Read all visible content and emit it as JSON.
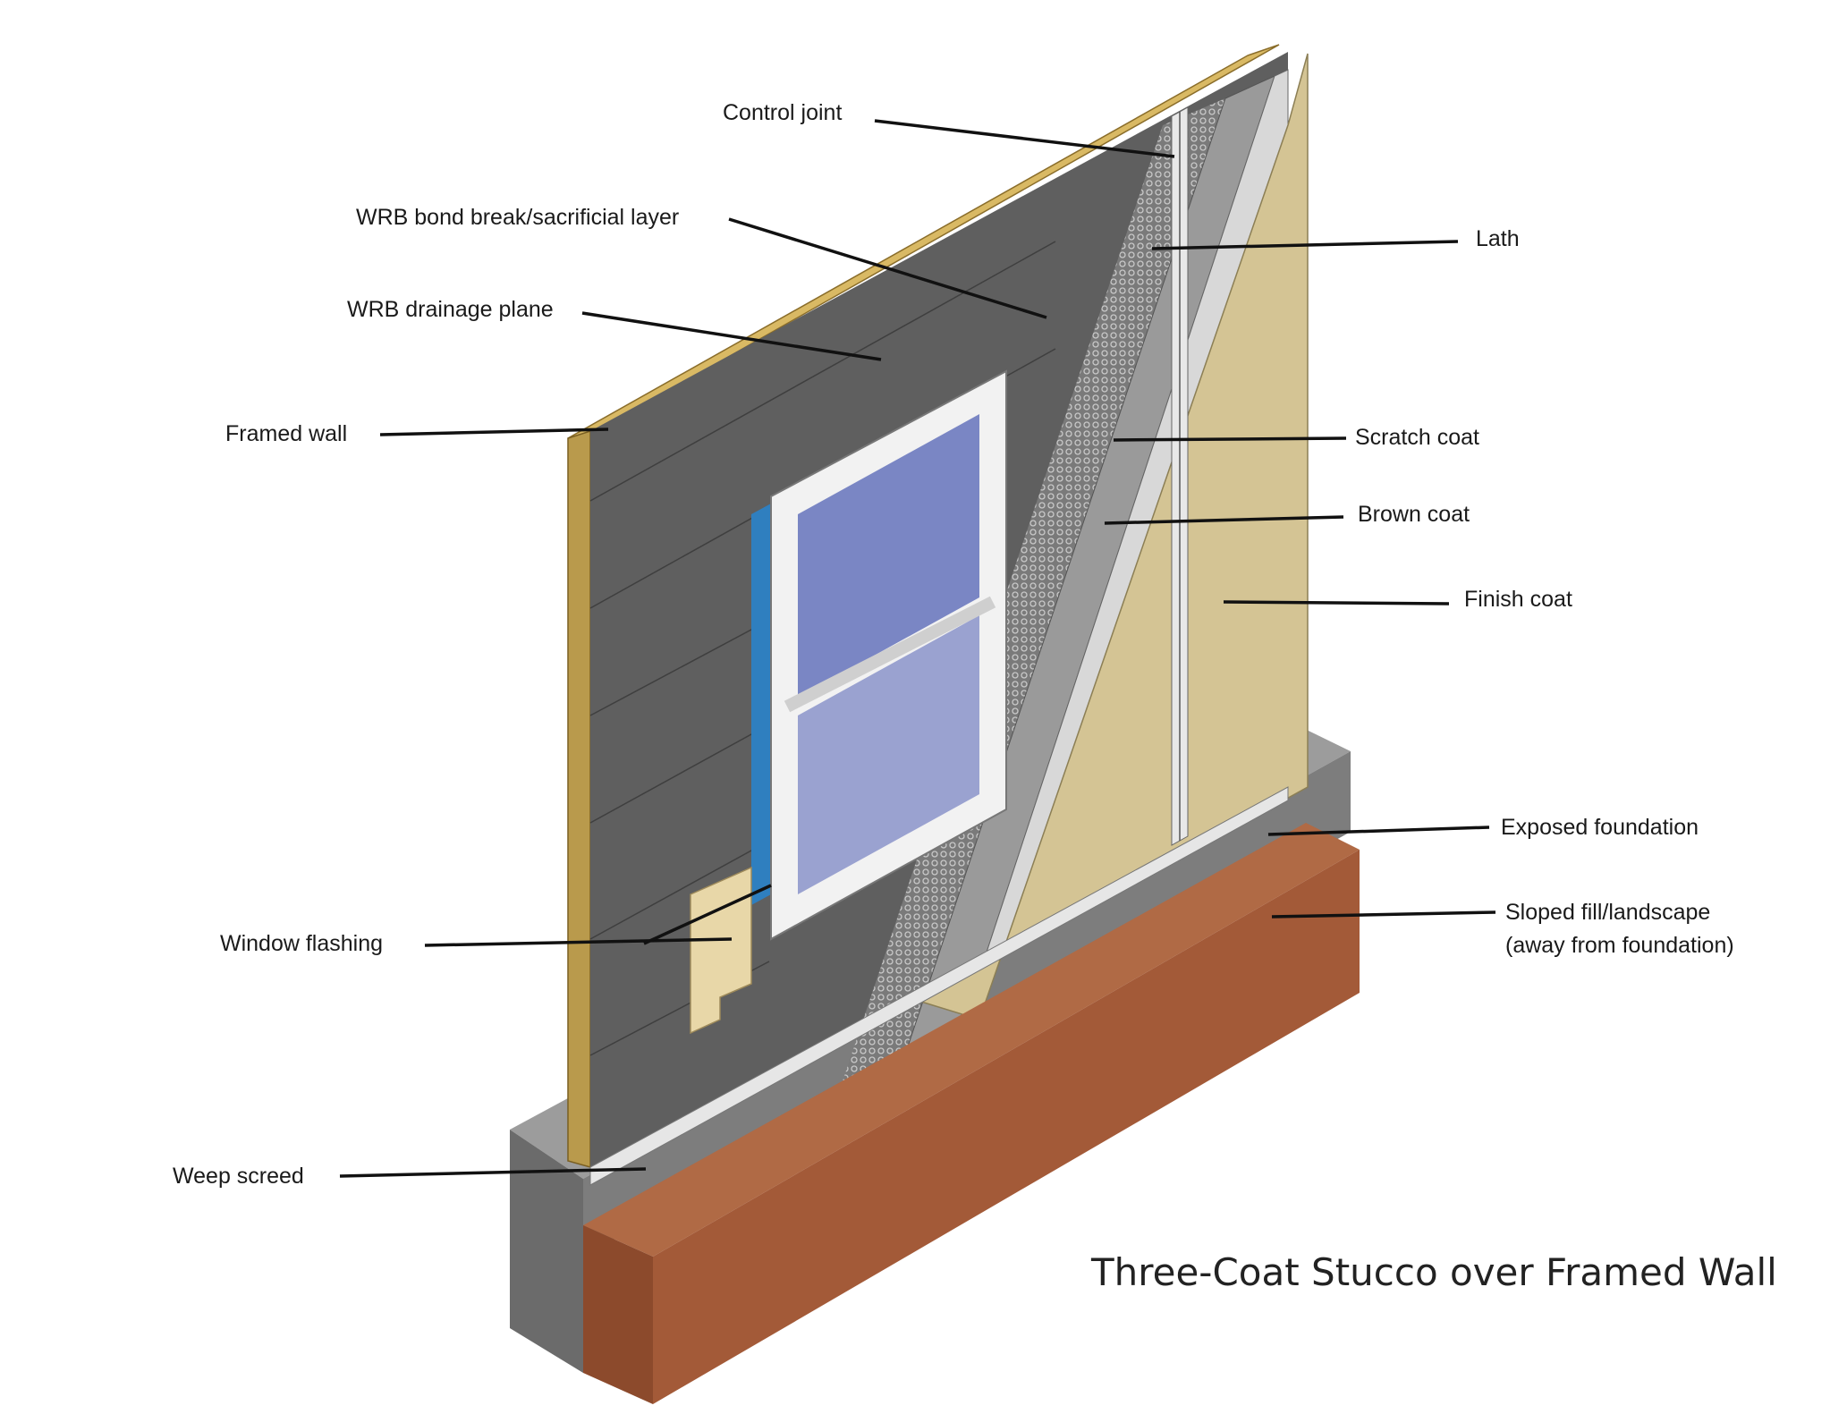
{
  "title": "Three-Coat Stucco over Framed Wall",
  "labels": {
    "control_joint": "Control joint",
    "wrb_bond_break": "WRB bond break/sacrificial layer",
    "wrb_drainage": "WRB drainage plane",
    "framed_wall": "Framed wall",
    "window_flashing": "Window flashing",
    "weep_screed": "Weep screed",
    "lath": "Lath",
    "scratch_coat": "Scratch coat",
    "brown_coat": "Brown coat",
    "finish_coat": "Finish coat",
    "exposed_foundation": "Exposed foundation",
    "sloped_fill_line1": "Sloped fill/landscape",
    "sloped_fill_line2": "(away from foundation)"
  },
  "colors": {
    "framing": "#c9a652",
    "wrb": "#5e5e5e",
    "finish_coat": "#d4c494",
    "window_glass": "#8793c9",
    "flashing_blue": "#2f7fbf",
    "foundation": "#6f6f6f",
    "landscape": "#a35a38"
  }
}
